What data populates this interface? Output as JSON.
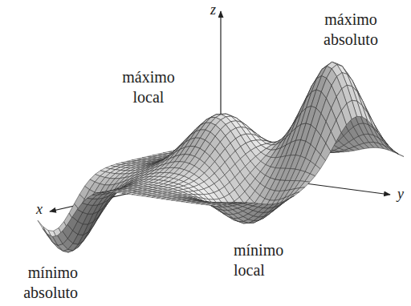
{
  "diagram": {
    "labels": [
      "z",
      "máximo absoluto",
      "máximo local",
      "x",
      "y",
      "mínimo local",
      "mínimo absoluto"
    ]
  }
}
